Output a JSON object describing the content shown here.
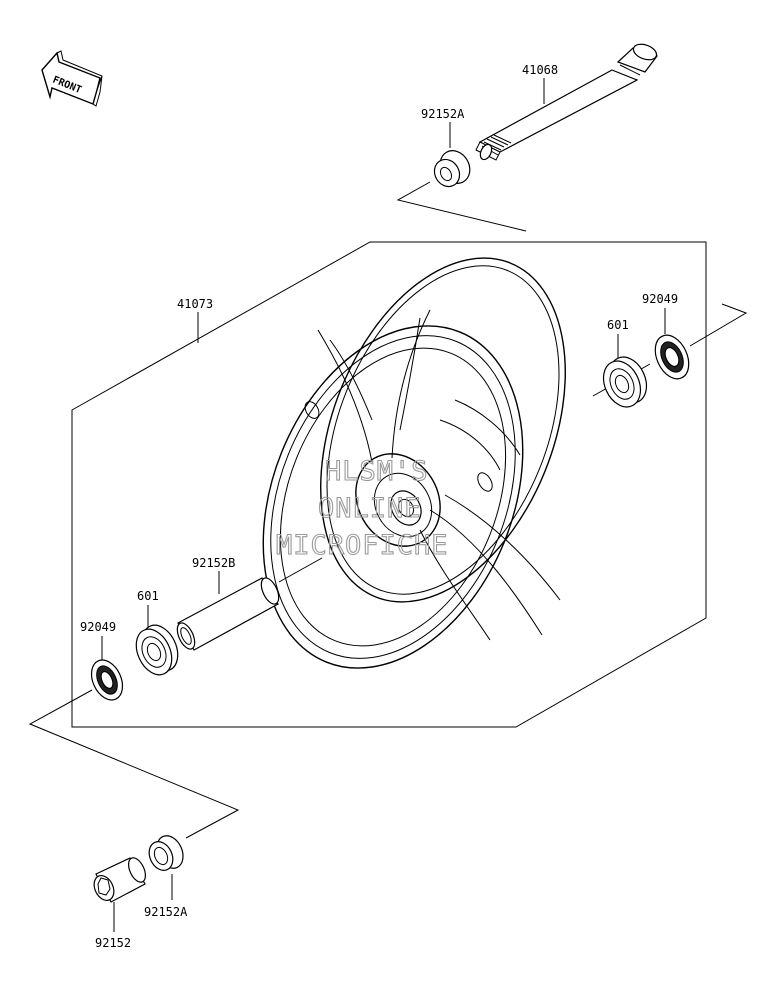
{
  "orientation": {
    "front_label": "FRONT"
  },
  "parts": {
    "axle": "41068",
    "collar_top": "92152A",
    "wheel": "41073",
    "bearing_right": "601",
    "seal_right": "92049",
    "spacer": "92152B",
    "bearing_left": "601",
    "seal_left": "92049",
    "collar_bottom": "92152A",
    "collar_sleeve": "92152"
  },
  "watermark": {
    "line1": "HLSM'S",
    "line2": "ONLINE",
    "line3": "MICROFICHE",
    "color": "#9a9a9a"
  }
}
